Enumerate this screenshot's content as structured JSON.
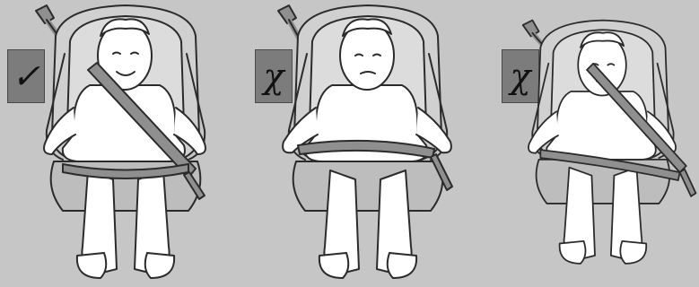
{
  "panels": [
    {
      "mark": "✓",
      "status": "correct",
      "belt": "correct"
    },
    {
      "mark": "χ",
      "status": "incorrect",
      "belt": "low-lap-only"
    },
    {
      "mark": "χ",
      "status": "incorrect",
      "belt": "diagonal-low"
    }
  ],
  "colors": {
    "background": "#c6c6c6",
    "badge": "#7c7c7c",
    "belt": "#8f8f8f",
    "outline": "#2b2b2b",
    "child": "#ffffff",
    "seat": "#d0d0d0"
  }
}
